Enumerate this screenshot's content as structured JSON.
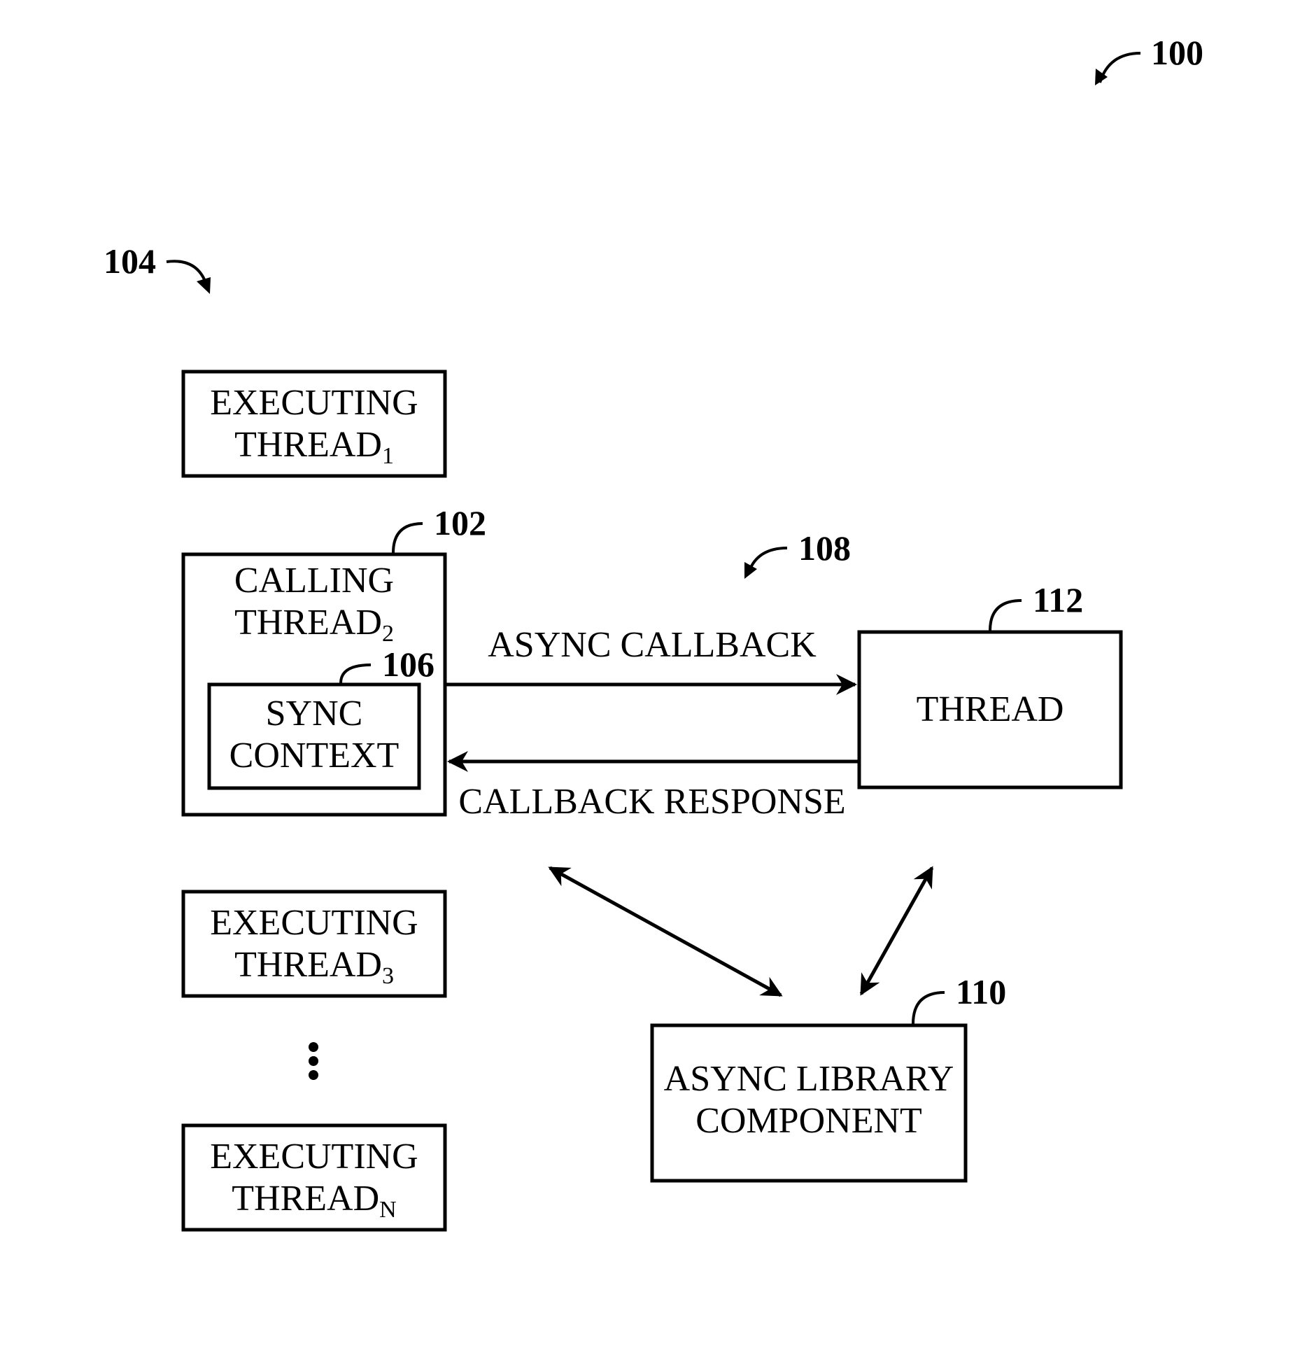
{
  "refs": {
    "figure": "100",
    "threads_group": "104",
    "calling_thread": "102",
    "sync_context": "106",
    "messaging": "108",
    "thread": "112",
    "async_library": "110"
  },
  "boxes": {
    "executing_thread_1": {
      "line1": "EXECUTING",
      "line2": "THREAD",
      "subscript": "1"
    },
    "calling_thread_2": {
      "line1": "CALLING",
      "line2": "THREAD",
      "subscript": "2"
    },
    "sync_context": {
      "line1": "SYNC",
      "line2": "CONTEXT"
    },
    "executing_thread_3": {
      "line1": "EXECUTING",
      "line2": "THREAD",
      "subscript": "3"
    },
    "executing_thread_n": {
      "line1": "EXECUTING",
      "line2": "THREAD",
      "subscript": "N"
    },
    "thread": {
      "line1": "THREAD"
    },
    "async_library": {
      "line1": "ASYNC LIBRARY",
      "line2": "COMPONENT"
    }
  },
  "edges": {
    "async_callback_label": "ASYNC CALLBACK",
    "callback_response_label": "CALLBACK RESPONSE"
  }
}
